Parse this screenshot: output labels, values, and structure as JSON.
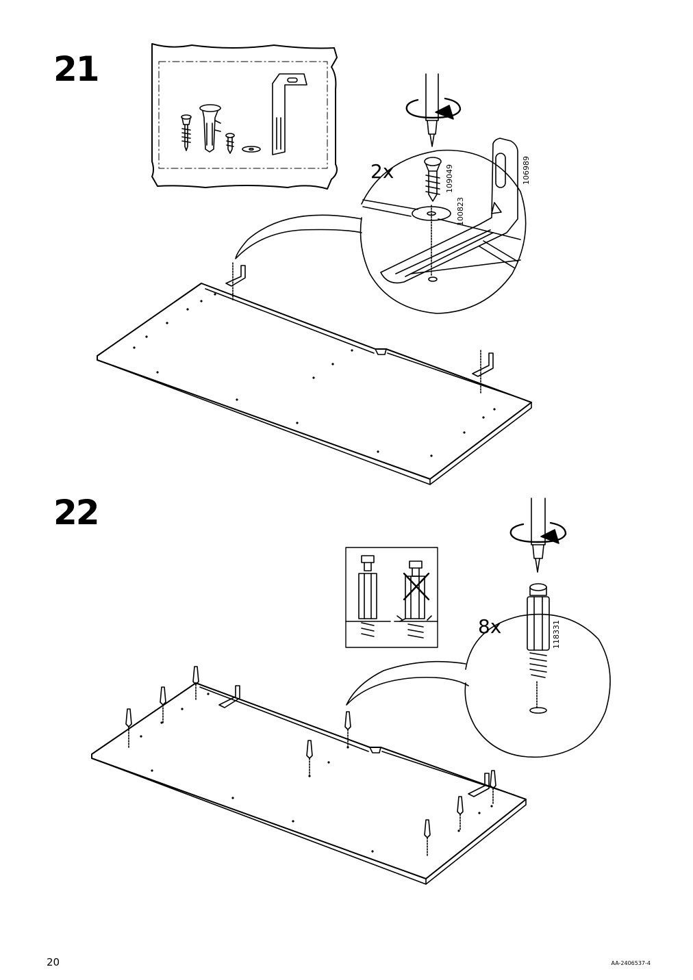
{
  "steps": [
    {
      "number": "21",
      "quantity": "2x",
      "part_numbers": [
        "109049",
        "100823",
        "106989"
      ]
    },
    {
      "number": "22",
      "quantity": "8x",
      "part_numbers": [
        "118331"
      ]
    }
  ],
  "footer": {
    "page_number": "20",
    "document_code": "AA-2406537-4"
  }
}
